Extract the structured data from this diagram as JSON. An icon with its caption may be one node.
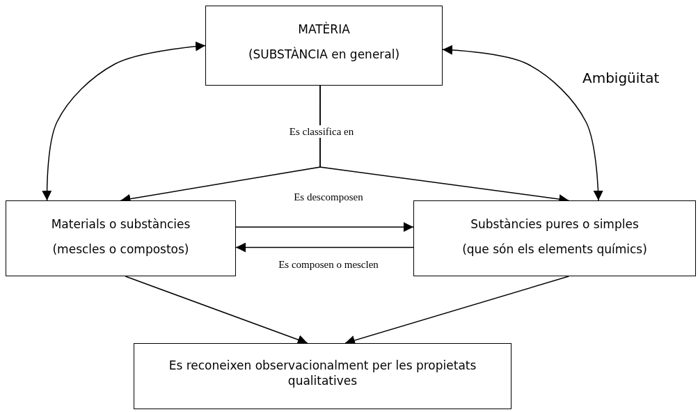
{
  "diagram": {
    "nodes": [
      {
        "text": [
          "MATÈRIA",
          "(SUBSTÀNCIA en general)"
        ]
      },
      {
        "text": [
          "Materials o substàncies",
          "(mescles o compostos)"
        ]
      },
      {
        "text": [
          "Substàncies pures o simples",
          "(que són els elements químics)"
        ]
      },
      {
        "text": [
          "Es reconeixen observacionalment per les propietats qualitatives"
        ]
      }
    ],
    "edges": [
      {
        "from": 1,
        "to": 0,
        "arrow": "both"
      },
      {
        "from": 2,
        "to": 0,
        "arrow": "both",
        "label": "Ambigüitat"
      },
      {
        "from": 0,
        "to": 1,
        "arrow": "to",
        "label": "Es classifica en"
      },
      {
        "from": 0,
        "to": 2,
        "arrow": "to"
      },
      {
        "from": 1,
        "to": 2,
        "arrow": "to",
        "label": "Es descomposen"
      },
      {
        "from": 2,
        "to": 1,
        "arrow": "to",
        "label": "Es composen o mesclen"
      },
      {
        "from": 1,
        "to": 3,
        "arrow": "to"
      },
      {
        "from": 2,
        "to": 3,
        "arrow": "to"
      }
    ]
  }
}
